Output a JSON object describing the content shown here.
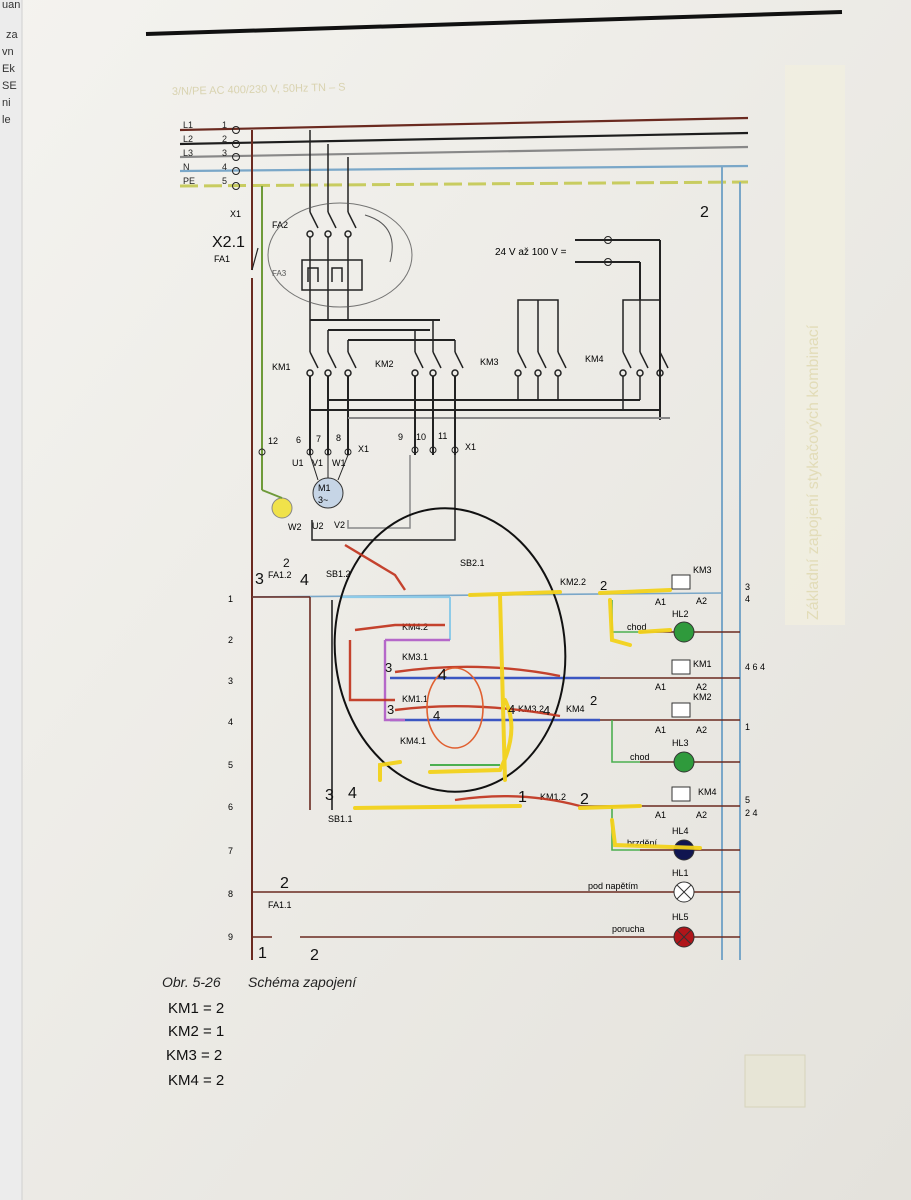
{
  "margin_fragments": [
    "uan",
    "za",
    "vn",
    "Ek",
    "SE",
    "ni",
    "le"
  ],
  "header_faded": "3/N/PE AC 400/230 V, 50Hz TN – S",
  "side_title": "Základní zapojení stykačových kombinací",
  "bus": {
    "labels": [
      "L1",
      "L2",
      "L3",
      "N",
      "PE"
    ],
    "numbers": [
      "1",
      "2",
      "3",
      "4",
      "5"
    ]
  },
  "supply_24v": "24 V až 100 V =",
  "components": {
    "X1": "X1",
    "FA1": "FA1",
    "FA2": "FA2",
    "FA3": "FA3",
    "KM1": "KM1",
    "KM2": "KM2",
    "KM3": "KM3",
    "KM4": "KM4",
    "M1": "M1",
    "M1_type": "3~",
    "U1": "U1",
    "V1": "V1",
    "W1": "W1",
    "W2": "W2",
    "U2": "U2",
    "V2": "V2",
    "HL1": "HL1",
    "HL2": "HL2",
    "HL3": "HL3",
    "HL4": "HL4",
    "HL5": "HL5"
  },
  "terminals_motor": [
    "12",
    "6",
    "7",
    "8",
    "9",
    "10",
    "11"
  ],
  "terminal_x1": "X1",
  "control_labels": {
    "FA12": "FA1.2",
    "SB12": "SB1.2",
    "SB21": "SB2.1",
    "KM22": "KM2.2",
    "KM42": "KM4.2",
    "KM31": "KM3.1",
    "KM11": "KM1.1",
    "KM32": "KM3.2",
    "KM4x": "KM4",
    "KM41": "KM4.1",
    "SB11": "SB1.1",
    "KM12": "KM1.2",
    "FA11": "FA1.1",
    "A1": "A1",
    "A2": "A2"
  },
  "rows": [
    "1",
    "2",
    "3",
    "4",
    "5",
    "6",
    "7",
    "8",
    "9"
  ],
  "lamp_labels": {
    "chod1": "chod",
    "chod2": "chod",
    "brzdeni": "brzdění",
    "pod_napetim": "pod napětím",
    "porucha": "porucha"
  },
  "contact_refs": {
    "km3": "3\n4",
    "km1": "4 6 4",
    "km2": "1",
    "km4": "5\n2 4"
  },
  "caption": {
    "number": "Obr. 5-26",
    "title": "Schéma zapojení"
  },
  "handwriting": {
    "notes": [
      "KM1 = 2",
      "KM2 = 1",
      "KM3 = 2",
      "KM4 = 2"
    ],
    "marks": [
      "2",
      "X2.1",
      "3",
      "4",
      "2",
      "4",
      "3",
      "3",
      "4",
      "4",
      "4",
      "2",
      "2",
      "3",
      "4",
      "1",
      "2",
      "2",
      "1",
      "2"
    ]
  },
  "colors": {
    "L1": "#6b2a20",
    "L2": "#1d1d1d",
    "L3": "#888888",
    "N": "#7aa7c8",
    "PE": "#c8cc60",
    "marker_yellow": "#f3d21b",
    "marker_red": "#c0301a"
  }
}
